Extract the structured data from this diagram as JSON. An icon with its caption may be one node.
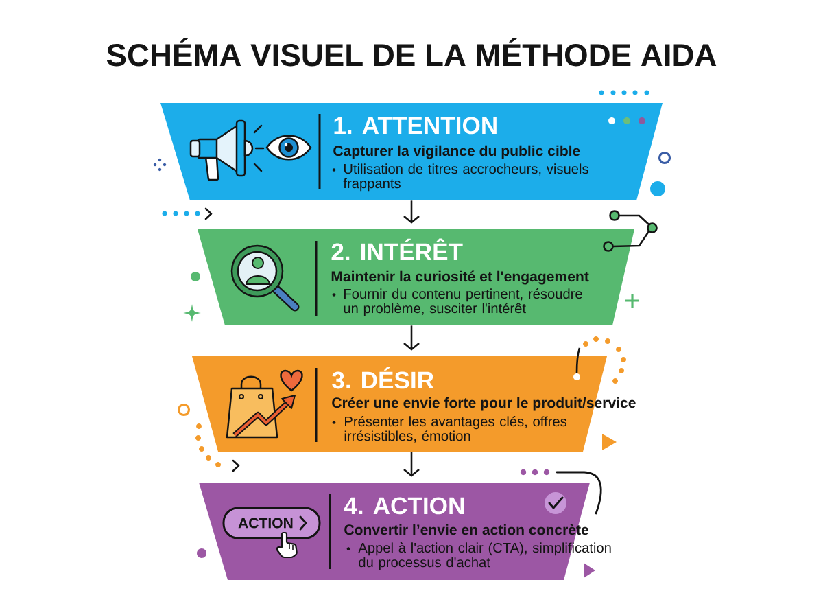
{
  "diagram": {
    "title": "SCHÉMA VISUEL DE LA MÉTHODE AIDA",
    "nodes": [
      {
        "text": [
          "1. ATTENTION",
          "Capturer la vigilance du public cible",
          "Utilisation de titres accrocheurs, visuels frappants"
        ]
      },
      {
        "text": [
          "2. INTÉRÊT",
          "Maintenir la curiosité et l'engagement",
          "Fournir du contenu pertinent, résoudre un problème, susciter l'intérêt"
        ]
      },
      {
        "text": [
          "3. DÉSIR",
          "Créer une envie forte pour le produit/service",
          "Présenter les avantages clés, offres irrésistibles, émotion"
        ]
      },
      {
        "text": [
          "4. ACTION",
          "Convertir l’envie en action concrète",
          "Appel à l'action clair (CTA), simplification du processus d'achat"
        ]
      },
      {
        "text": [
          "ACTION"
        ],
        "in": 3
      }
    ],
    "edges": [
      {
        "from": 0,
        "to": 1,
        "arrow": "to"
      },
      {
        "from": 1,
        "to": 2,
        "arrow": "to"
      },
      {
        "from": 2,
        "to": 3,
        "arrow": "to"
      }
    ]
  }
}
